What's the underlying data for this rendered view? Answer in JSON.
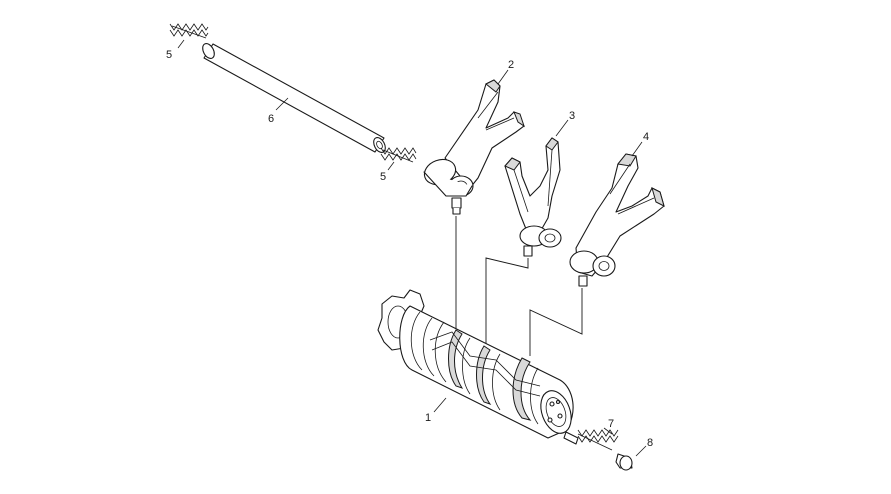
{
  "diagram": {
    "callouts": [
      {
        "id": "1",
        "label": "1"
      },
      {
        "id": "2",
        "label": "2"
      },
      {
        "id": "3",
        "label": "3"
      },
      {
        "id": "4",
        "label": "4"
      },
      {
        "id": "5a",
        "label": "5"
      },
      {
        "id": "5b",
        "label": "5"
      },
      {
        "id": "6",
        "label": "6"
      },
      {
        "id": "7",
        "label": "7"
      },
      {
        "id": "8",
        "label": "8"
      }
    ]
  }
}
